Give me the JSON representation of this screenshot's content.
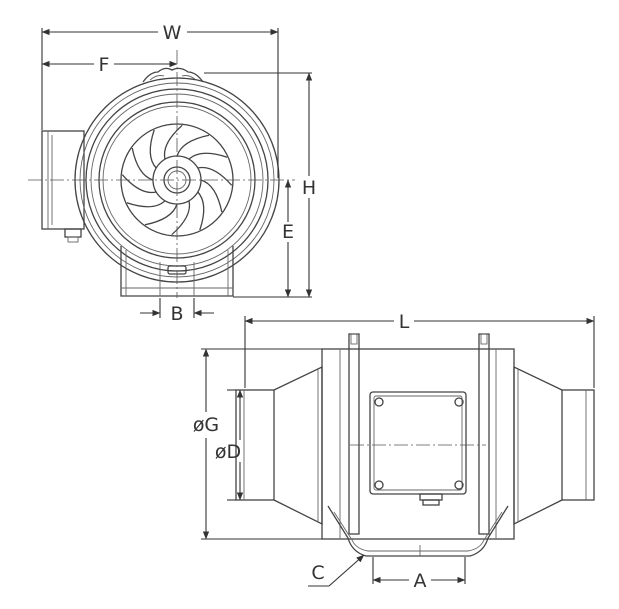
{
  "drawing": {
    "labels": {
      "W": "W",
      "F": "F",
      "H": "H",
      "E": "E",
      "B": "B",
      "L": "L",
      "G": "øG",
      "D": "øD",
      "C": "C",
      "A": "A"
    },
    "colors": {
      "line": "#444444",
      "background": "#ffffff"
    }
  }
}
